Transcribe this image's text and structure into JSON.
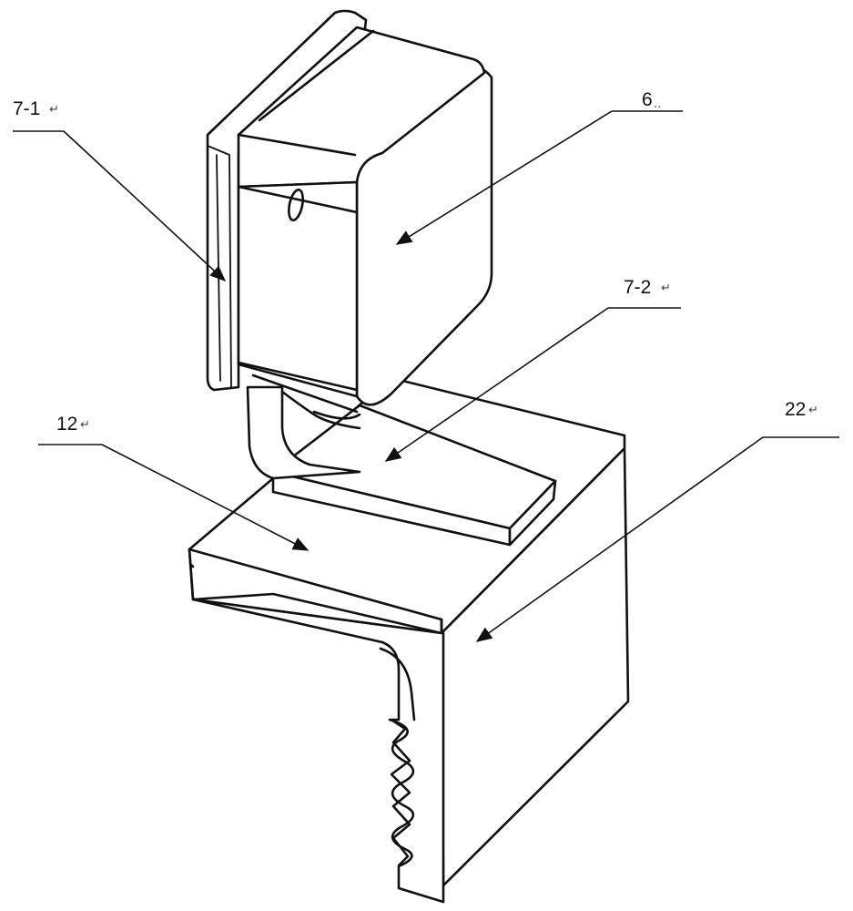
{
  "labels": [
    {
      "key": "l71",
      "text": "7-1",
      "mark": "↵"
    },
    {
      "key": "l6",
      "text": "6",
      "mark": ".."
    },
    {
      "key": "l72",
      "text": "7-2",
      "mark": "↵"
    },
    {
      "key": "l12",
      "text": "12",
      "mark": "↵"
    },
    {
      "key": "l22",
      "text": "22",
      "mark": "↵"
    }
  ]
}
